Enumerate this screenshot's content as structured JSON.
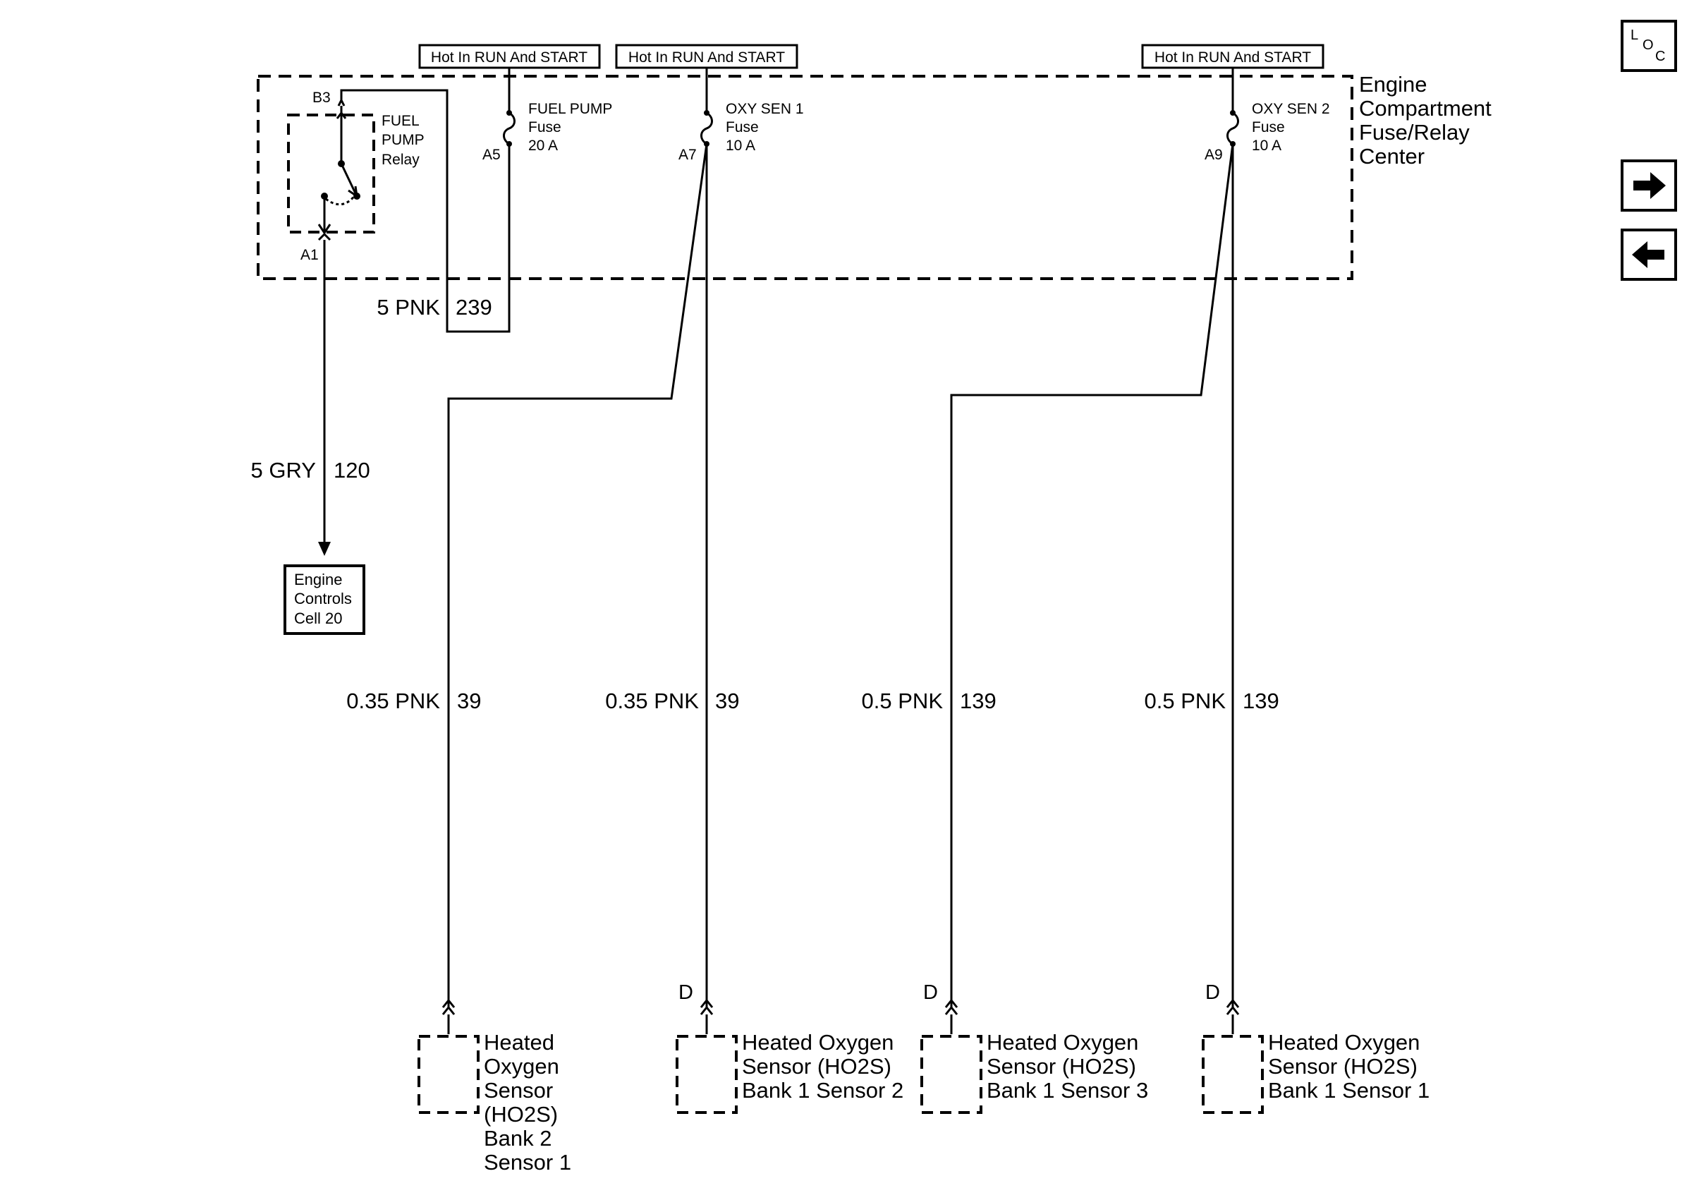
{
  "power_labels": {
    "fuel_pump": "Hot In RUN And START",
    "oxy_sen_1": "Hot In RUN And START",
    "oxy_sen_2": "Hot In RUN And START"
  },
  "fuse_center": {
    "lines": [
      "Engine",
      "Compartment",
      "Fuse/Relay",
      "Center"
    ]
  },
  "relay": {
    "lines": [
      "FUEL",
      "PUMP",
      "Relay"
    ],
    "pin_top": "B3",
    "pin_bottom": "A1"
  },
  "fuses": {
    "fuel_pump": {
      "lines": [
        "FUEL PUMP",
        "Fuse",
        "20 A"
      ],
      "pin": "A5"
    },
    "oxy_sen_1": {
      "lines": [
        "OXY SEN 1",
        "Fuse",
        "10 A"
      ],
      "pin": "A7"
    },
    "oxy_sen_2": {
      "lines": [
        "OXY SEN 2",
        "Fuse",
        "10 A"
      ],
      "pin": "A9"
    }
  },
  "wires": {
    "relay_feed": {
      "gauge_color": "5 PNK",
      "circuit": "239"
    },
    "relay_output": {
      "gauge_color": "5 GRY",
      "circuit": "120"
    },
    "w1": {
      "gauge_color": "0.35 PNK",
      "circuit": "39"
    },
    "w2": {
      "gauge_color": "0.35 PNK",
      "circuit": "39"
    },
    "w3": {
      "gauge_color": "0.5 PNK",
      "circuit": "139"
    },
    "w4": {
      "gauge_color": "0.5 PNK",
      "circuit": "139"
    }
  },
  "engine_controls": {
    "lines": [
      "Engine",
      "Controls",
      "Cell 20"
    ]
  },
  "connectors": {
    "d2": "D",
    "d3": "D",
    "d4": "D"
  },
  "sensors": {
    "s1": [
      "Heated",
      "Oxygen",
      "Sensor",
      "(HO2S)",
      "Bank 2",
      "Sensor 1"
    ],
    "s2": [
      "Heated Oxygen",
      "Sensor (HO2S)",
      "Bank 1 Sensor 2"
    ],
    "s3": [
      "Heated Oxygen",
      "Sensor (HO2S)",
      "Bank 1 Sensor 3"
    ],
    "s4": [
      "Heated Oxygen",
      "Sensor (HO2S)",
      "Bank 1 Sensor 1"
    ]
  },
  "nav": {
    "loc": {
      "l": "L",
      "o": "O",
      "c": "C"
    },
    "forward_icon": "arrow-right",
    "back_icon": "arrow-left"
  }
}
